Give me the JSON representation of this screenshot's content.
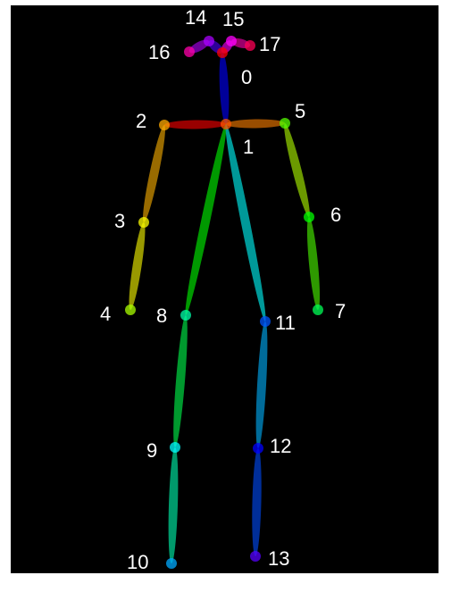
{
  "keypoints": [
    {
      "id": "0",
      "label": "0",
      "color": "#ff0000"
    },
    {
      "id": "1",
      "label": "1",
      "color": "#ff5500"
    },
    {
      "id": "2",
      "label": "2",
      "color": "#ffaa00"
    },
    {
      "id": "3",
      "label": "3",
      "color": "#ffff00"
    },
    {
      "id": "4",
      "label": "4",
      "color": "#aaff00"
    },
    {
      "id": "5",
      "label": "5",
      "color": "#55ff00"
    },
    {
      "id": "6",
      "label": "6",
      "color": "#00ff00"
    },
    {
      "id": "7",
      "label": "7",
      "color": "#00ff55"
    },
    {
      "id": "8",
      "label": "8",
      "color": "#00ffaa"
    },
    {
      "id": "9",
      "label": "9",
      "color": "#00ffff"
    },
    {
      "id": "10",
      "label": "10",
      "color": "#00aaff"
    },
    {
      "id": "11",
      "label": "11",
      "color": "#0055ff"
    },
    {
      "id": "12",
      "label": "12",
      "color": "#0000ff"
    },
    {
      "id": "13",
      "label": "13",
      "color": "#5500ff"
    },
    {
      "id": "14",
      "label": "14",
      "color": "#aa00ff"
    },
    {
      "id": "15",
      "label": "15",
      "color": "#ff00ff"
    },
    {
      "id": "16",
      "label": "16",
      "color": "#ff00aa"
    },
    {
      "id": "17",
      "label": "17",
      "color": "#ff0055"
    }
  ],
  "limbs": [
    {
      "from": "1",
      "to": "0",
      "color": "#0000aa"
    },
    {
      "from": "1",
      "to": "2",
      "color": "#aa0000"
    },
    {
      "from": "1",
      "to": "5",
      "color": "#aa5500"
    },
    {
      "from": "2",
      "to": "3",
      "color": "#aa7700"
    },
    {
      "from": "3",
      "to": "4",
      "color": "#aaaa00"
    },
    {
      "from": "5",
      "to": "6",
      "color": "#77aa00"
    },
    {
      "from": "6",
      "to": "7",
      "color": "#33aa00"
    },
    {
      "from": "1",
      "to": "8",
      "color": "#00aa00"
    },
    {
      "from": "8",
      "to": "9",
      "color": "#00aa33"
    },
    {
      "from": "9",
      "to": "10",
      "color": "#00aa77"
    },
    {
      "from": "1",
      "to": "11",
      "color": "#00aaaa"
    },
    {
      "from": "11",
      "to": "12",
      "color": "#0077aa"
    },
    {
      "from": "12",
      "to": "13",
      "color": "#0033aa"
    },
    {
      "from": "0",
      "to": "14",
      "color": "#3300aa"
    },
    {
      "from": "14",
      "to": "16",
      "color": "#7700aa"
    },
    {
      "from": "0",
      "to": "15",
      "color": "#aa00aa"
    },
    {
      "from": "15",
      "to": "17",
      "color": "#aa0077"
    }
  ]
}
